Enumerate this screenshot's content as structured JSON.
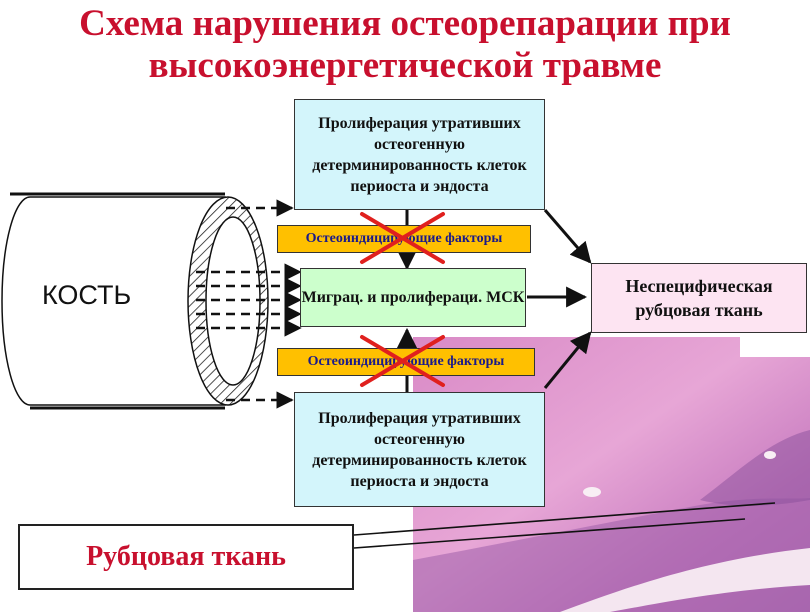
{
  "title": {
    "line1": "Схема нарушения остеорепарации при",
    "line2": "высокоэнергетической травме"
  },
  "bone_label": "КОСТЬ",
  "boxes": {
    "top": "Пролиферация утративших остеогенную детерминированность клеток периоста и эндоста",
    "factor_top": "Остеоиндицирующие факторы",
    "middle": "Миграц. и пролифераци. МСК",
    "factor_bottom": "Остеоиндицирующие факторы",
    "bottom": "Пролиферация утративших остеогенную детерминированность клеток периоста и эндоста",
    "nonspecific": "Неспецифическая рубцовая ткань"
  },
  "scar_label": "Рубцовая ткань",
  "colors": {
    "title": "#c8102e",
    "cyan_box": "#d3f5fb",
    "green_box": "#ccffcc",
    "pink_box": "#fde4f2",
    "orange_box": "#ffc000",
    "cross": "#e0201e"
  }
}
